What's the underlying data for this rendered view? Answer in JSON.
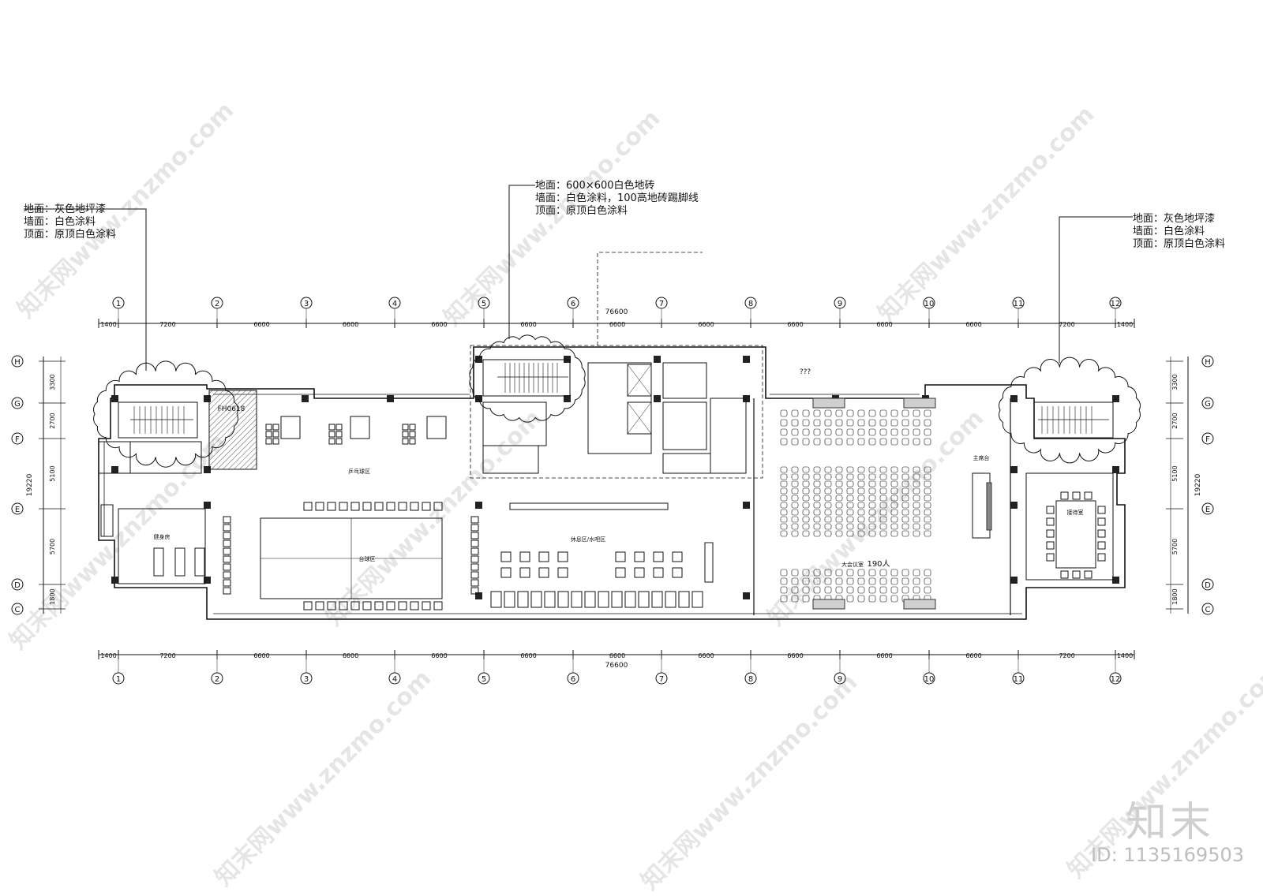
{
  "notes": {
    "left": [
      "地面：灰色地坪漆",
      "墙面：白色涂料",
      "顶面：原顶白色涂料"
    ],
    "center": [
      "地面：600×600白色地砖",
      "墙面：白色涂料，100高地砖踢脚线",
      "顶面：原顶白色涂料"
    ],
    "right": [
      "地面：灰色地坪漆",
      "墙面：白色涂料",
      "顶面：原顶白色涂料"
    ]
  },
  "grid": {
    "columns": [
      "1",
      "2",
      "3",
      "4",
      "5",
      "6",
      "7",
      "8",
      "9",
      "10",
      "11",
      "12"
    ],
    "rows": [
      "H",
      "G",
      "F",
      "E",
      "D",
      "C"
    ],
    "spans_top": [
      "1400",
      "7200",
      "6600",
      "6600",
      "6600",
      "6600",
      "6600",
      "6600",
      "6600",
      "6600",
      "6600",
      "7200",
      "1400"
    ],
    "total": "76600",
    "v_spans": [
      "3300",
      "2700",
      "5100",
      "5700",
      "1800"
    ],
    "v_total": "19220"
  },
  "labels": {
    "door_code": "FH0618",
    "qmarks": "???",
    "capacity": "190人",
    "room_gym": "健身房",
    "room_pingpong": "乒乓球区",
    "room_billiard": "台球区",
    "room_lounge": "休息区/水吧区",
    "room_hall": "大会议室",
    "room_stage": "主席台",
    "room_reception": "接待室"
  },
  "watermarks": [
    "知末网www.znzmo.com"
  ],
  "brand": "知末",
  "id": "ID: 1135169503"
}
